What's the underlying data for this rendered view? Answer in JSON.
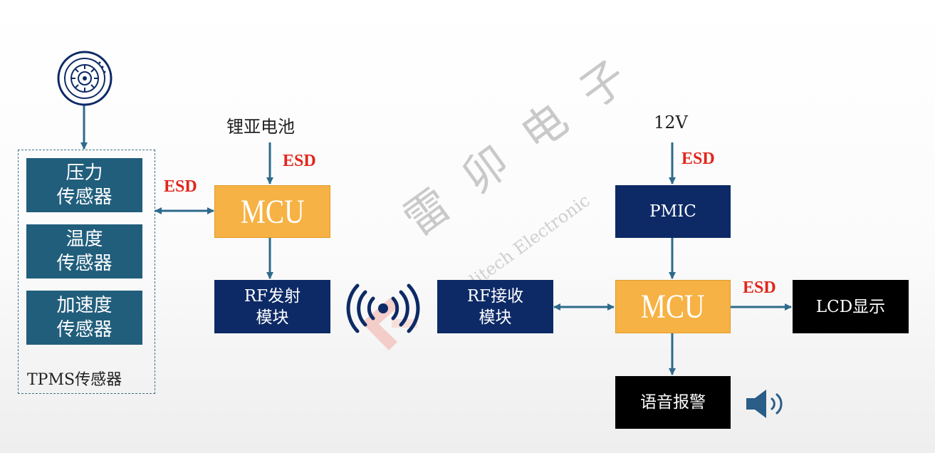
{
  "diagram": {
    "tpms_group_label": "TPMS传感器",
    "sensors": [
      {
        "label": "压力\n传感器"
      },
      {
        "label": "温度\n传感器"
      },
      {
        "label": "加速度\n传感器"
      }
    ],
    "battery_label": "锂亚电池",
    "voltage_label": "12V",
    "esd_label": "ESD",
    "tx_mcu_label": "MCU",
    "rx_mcu_label": "MCU",
    "rf_tx_label": "RF发射\n模块",
    "rf_rx_label": "RF接收\n模块",
    "pmic_label": "PMIC",
    "lcd_label": "LCD显示",
    "alarm_label": "语音报警"
  },
  "watermark": {
    "chinese": "雷 卯 电 子",
    "english": "Leiditech Electronic"
  },
  "colors": {
    "sensor_box": "#215e7c",
    "module_box": "#0d2a66",
    "mcu_box": "#f6b244",
    "output_box": "#000000",
    "esd_text": "#e1251b",
    "arrow": "#2e6a8c"
  },
  "icons": [
    "tire-icon",
    "wireless-signal-icon",
    "speaker-icon"
  ]
}
